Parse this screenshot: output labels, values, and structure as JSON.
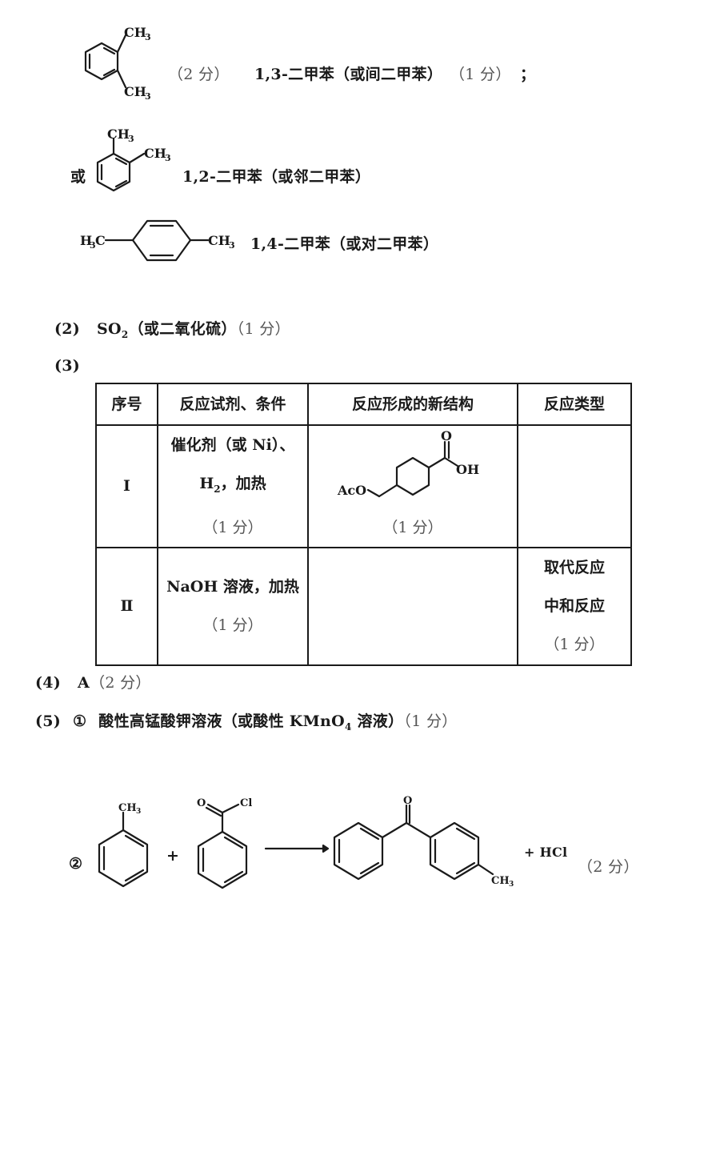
{
  "part1": {
    "meta_score": "（2 分）",
    "meta_name": "1,3-二甲苯（或间二甲苯）",
    "meta_name_score": "（1 分）",
    "meta_sep": "；",
    "or_label": "或",
    "ortho_name": "1,2-二甲苯（或邻二甲苯）",
    "para_name": "1,4-二甲苯（或对二甲苯）",
    "ch3": "CH",
    "h3c": "H",
    "c_letter": "C",
    "sub3": "3"
  },
  "part2": {
    "label": "(2)",
    "text": "SO",
    "sub": "2",
    "text_rest": "（或二氧化硫）",
    "score": "（1 分）"
  },
  "part3": {
    "label": "(3)",
    "headers": [
      "序号",
      "反应试剂、条件",
      "反应形成的新结构",
      "反应类型"
    ],
    "row1": {
      "num": "Ⅰ",
      "reagent_line1": "催化剂（或 Ni）、",
      "reagent_line2_a": "H",
      "reagent_line2_sub": "2",
      "reagent_line2_b": "，加热",
      "reagent_score": "（1 分）",
      "structure_aco": "AcO",
      "structure_o": "O",
      "structure_oh": "OH",
      "structure_score": "（1 分）"
    },
    "row2": {
      "num": "Ⅱ",
      "reagent_line1": "NaOH 溶液，加热",
      "reagent_score": "（1 分）",
      "type_line1": "取代反应",
      "type_line2": "中和反应",
      "type_score": "（1 分）"
    }
  },
  "part4": {
    "label": "(4)",
    "answer": "A",
    "score": "（2 分）"
  },
  "part5": {
    "label": "(5)",
    "circle1": "①",
    "text_a": "酸性高锰酸钾溶液（或酸性 KMnO",
    "sub": "4",
    "text_b": " 溶液）",
    "score": "（1 分）",
    "circle2": "②",
    "plus": "+",
    "plus2": "+ HCl",
    "eq_score": "（2 分）",
    "ch3": "CH",
    "sub3": "3",
    "o": "O",
    "cl": "Cl"
  }
}
